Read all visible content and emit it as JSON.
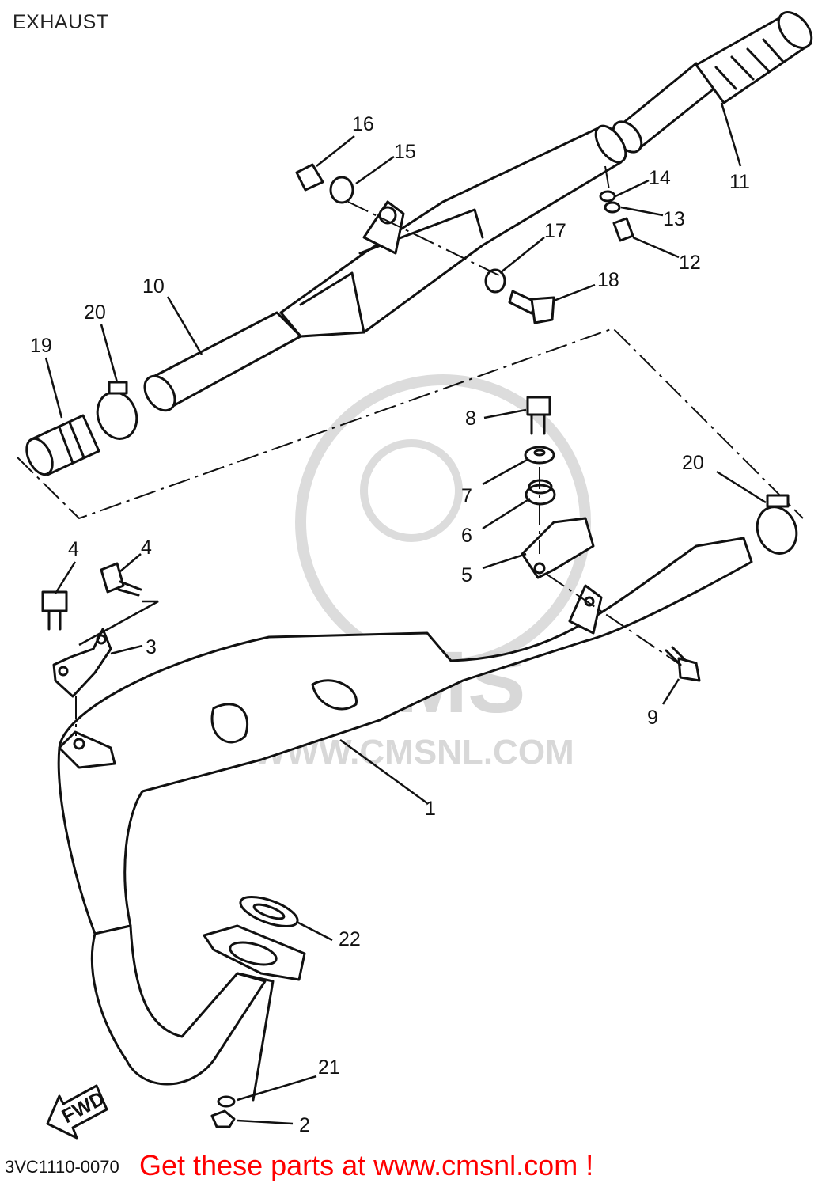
{
  "page": {
    "title": "EXHAUST"
  },
  "watermark": {
    "brand": "CMS",
    "url": "WWW.CMSNL.COM"
  },
  "callouts": {
    "c1": "1",
    "c2": "2",
    "c3": "3",
    "c4a": "4",
    "c4b": "4",
    "c5": "5",
    "c6": "6",
    "c7": "7",
    "c8": "8",
    "c9": "9",
    "c10": "10",
    "c11": "11",
    "c12": "12",
    "c13": "13",
    "c14": "14",
    "c15": "15",
    "c16": "16",
    "c17": "17",
    "c18": "18",
    "c19": "19",
    "c20a": "20",
    "c20b": "20",
    "c21": "21",
    "c22": "22"
  },
  "direction_marker": "FWD",
  "footer": {
    "doc_code": "3VC1110-0070",
    "promo": "Get these parts at www.cmsnl.com !"
  }
}
